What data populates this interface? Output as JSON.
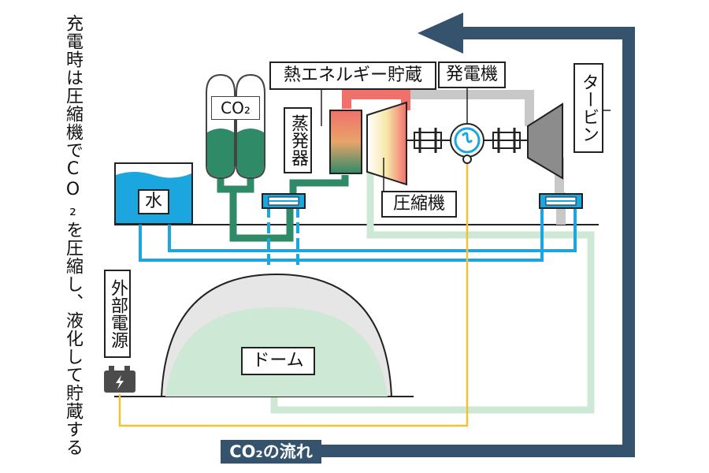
{
  "title_vertical": "充電時は圧縮機でCO₂を圧縮し、液化して貯蔵する",
  "labels": {
    "heat_storage": "熱エネルギー貯蔵",
    "generator": "発電機",
    "turbine": "タービン",
    "co2_tank": "CO₂",
    "evaporator": "蒸発器",
    "compressor": "圧縮機",
    "water": "水",
    "external_power": "外部電源",
    "dome": "ドーム",
    "co2_flow": "CO₂の流れ"
  },
  "colors": {
    "flow_arrow": "#36536d",
    "co2_green": "#2f8a67",
    "water_blue": "#1ba6df",
    "hot_red": "#f0706b",
    "gray_pipe": "#c8c8c8",
    "pale_green": "#cde8d4",
    "power_yellow": "#f2c232"
  },
  "icons": {
    "battery": "battery-icon",
    "generator_symbol": "sine-wave-icon"
  }
}
